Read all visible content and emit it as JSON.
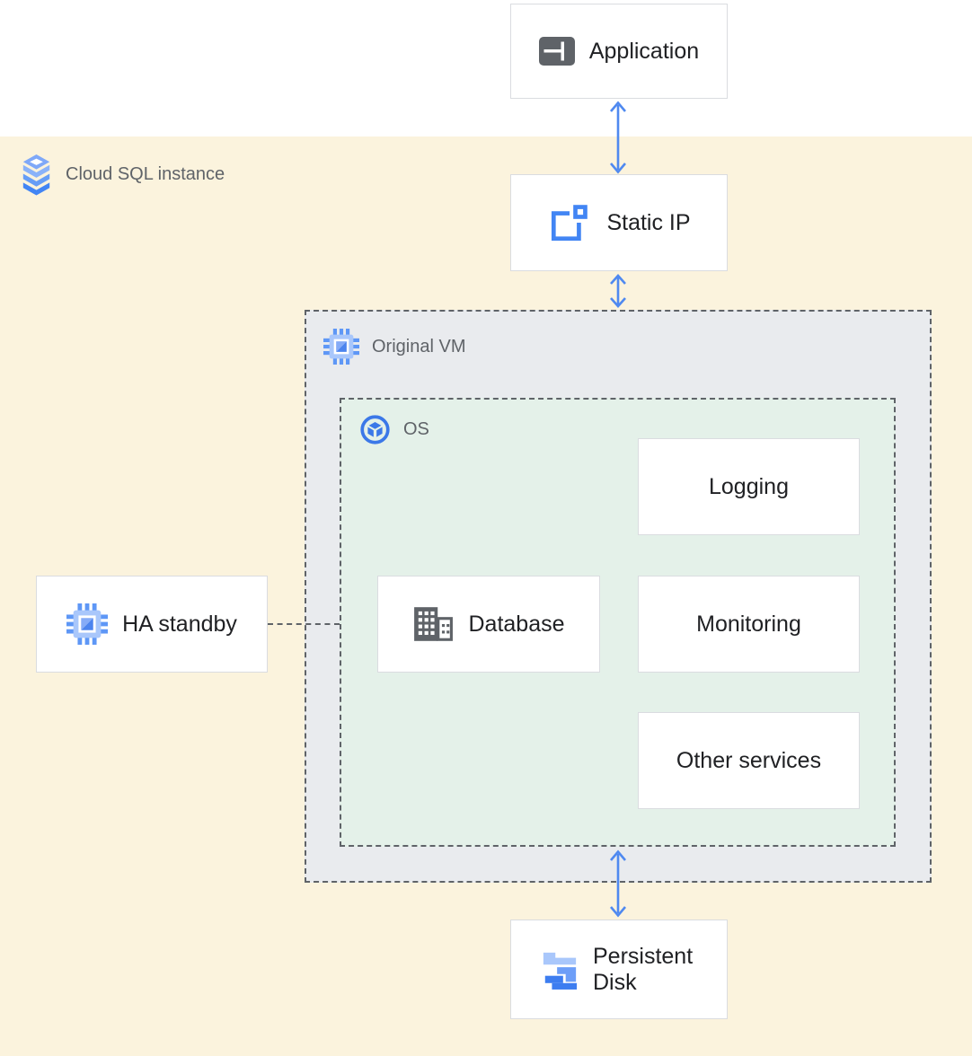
{
  "colors": {
    "canvas-bg": "#ffffff",
    "zone-yellow": "#FBF3DD",
    "zone-gray": "#E9EBEE",
    "zone-green": "#E4F1E9",
    "node-border": "#DADCE0",
    "dashed-border": "#5F6368",
    "arrow-blue": "#4F89F0",
    "label-dark": "#202124",
    "label-gray": "#5F6368",
    "icon-gray": "#5F6368",
    "icon-blue": "#4285F4",
    "icon-blue-light": "#A9C7FB",
    "icon-blue-mid": "#669DF6"
  },
  "zones": {
    "cloud_sql": {
      "label": "Cloud SQL instance",
      "icon": "cloud-sql-icon"
    },
    "original_vm": {
      "label": "Original VM",
      "icon": "compute-engine-icon"
    },
    "os": {
      "label": "OS",
      "icon": "os-icon"
    }
  },
  "nodes": {
    "application": {
      "label": "Application",
      "icon": "application-window-icon"
    },
    "static_ip": {
      "label": "Static IP",
      "icon": "static-ip-icon"
    },
    "ha_standby": {
      "label": "HA standby",
      "icon": "compute-engine-icon"
    },
    "database": {
      "label": "Database",
      "icon": "database-icon"
    },
    "logging": {
      "label": "Logging"
    },
    "monitoring": {
      "label": "Monitoring"
    },
    "other_services": {
      "label": "Other services"
    },
    "persistent_disk": {
      "label": "Persistent Disk",
      "icon": "persistent-disk-icon"
    }
  },
  "connections": [
    {
      "from": "application",
      "to": "static_ip",
      "style": "double-arrow"
    },
    {
      "from": "static_ip",
      "to": "original_vm",
      "style": "double-arrow"
    },
    {
      "from": "os",
      "to": "persistent_disk",
      "style": "double-arrow"
    },
    {
      "from": "ha_standby",
      "to": "os",
      "style": "dashed-line"
    }
  ]
}
